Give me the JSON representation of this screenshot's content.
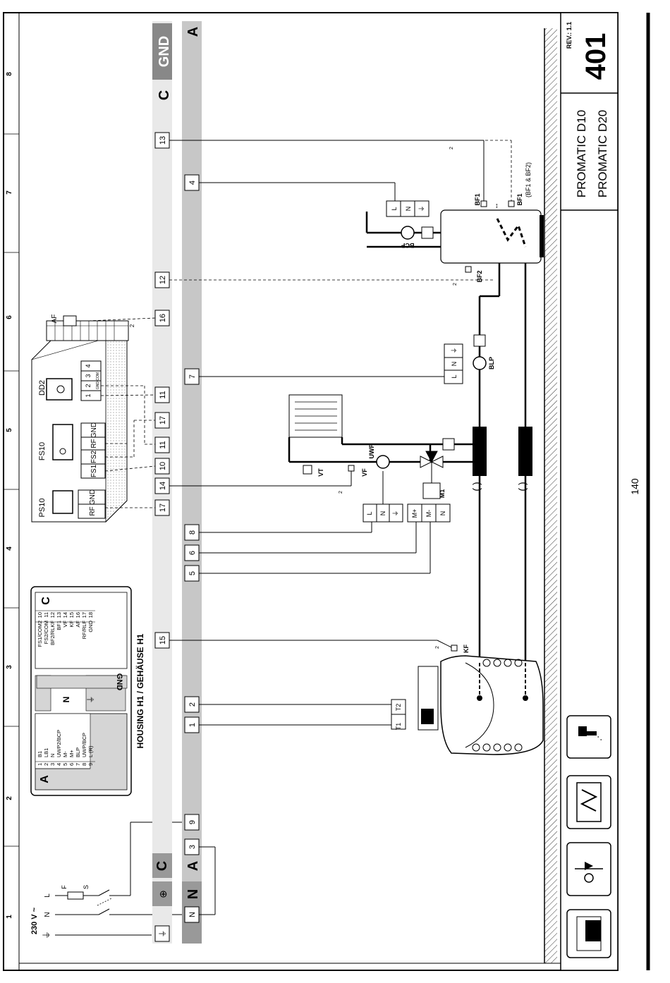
{
  "diagram": {
    "supply_label": "230 V ~",
    "supply_terms": [
      "L",
      "N"
    ],
    "fuse": "F",
    "switch": "S",
    "side_n": "N",
    "rail_a_left": "A",
    "rail_c_left": "C",
    "rail_a_right": "A",
    "rail_c_right": "C",
    "rail_gnd": "GND",
    "terms_a": [
      "3",
      "9",
      "1",
      "2",
      "5",
      "6",
      "8",
      "7",
      "4"
    ],
    "terms_c": [
      "15",
      "17",
      "14",
      "10",
      "11",
      "17",
      "11",
      "16",
      "12",
      "13"
    ],
    "housing_label": "HOUSING H1 / GEHÄUSE H1",
    "table_a": {
      "header": "A",
      "rows": [
        {
          "num": "1",
          "label": "B1"
        },
        {
          "num": "2",
          "label": "LB1"
        },
        {
          "num": "3",
          "label": "N"
        },
        {
          "num": "4",
          "label": "UWP2/BCP"
        },
        {
          "num": "5",
          "label": "M-"
        },
        {
          "num": "6",
          "label": "M+"
        },
        {
          "num": "7",
          "label": "BLP"
        },
        {
          "num": "8",
          "label": "UWP/BCP"
        },
        {
          "num": "9",
          "label": "L (R)"
        }
      ]
    },
    "table_c": {
      "header": "C",
      "rows": [
        {
          "num": "10",
          "label": "FS1/COM2"
        },
        {
          "num": "11",
          "label": "FS2/COM"
        },
        {
          "num": "12",
          "label": "BF2/RLKF"
        },
        {
          "num": "13",
          "label": "BF1"
        },
        {
          "num": "14",
          "label": "VF"
        },
        {
          "num": "15",
          "label": "KF"
        },
        {
          "num": "16",
          "label": "AF"
        },
        {
          "num": "17",
          "label": "RF/RLF"
        },
        {
          "num": "18",
          "label": "GND"
        }
      ]
    },
    "mid_n": "N",
    "mid_gnd": "GND",
    "ps10": "PS10",
    "fs10": "FS10",
    "dd2": "DD2",
    "af": "AF",
    "rf": "RF",
    "gnd": "GND",
    "fs1": "FS1",
    "fs2": "FS2",
    "dd2_terms": [
      "1",
      "2",
      "3",
      "4"
    ],
    "dd2_sub": "GND COM",
    "vf": "VF",
    "vt": "VT",
    "uwp": "UWP",
    "m1": "M1",
    "blp": "BLP",
    "bcp": "BCP",
    "kf": "KF",
    "bf1": "BF1",
    "bf2": "BF2",
    "bf1_note": "(BF1 & BF2)",
    "t1": "T1",
    "t2": "T2",
    "lnpe": [
      "L",
      "N",
      "⏚"
    ],
    "motor_terms": [
      "M+",
      "M-",
      "N"
    ],
    "wire2": "2",
    "grid_nums": [
      "1",
      "2",
      "3",
      "4",
      "5",
      "6",
      "7",
      "8"
    ],
    "model_line1": "PROMATIC D10",
    "model_line2": "PROMATIC D20",
    "diagram_number": "401",
    "revision": "REV.: 1.1",
    "page_number": "140"
  }
}
